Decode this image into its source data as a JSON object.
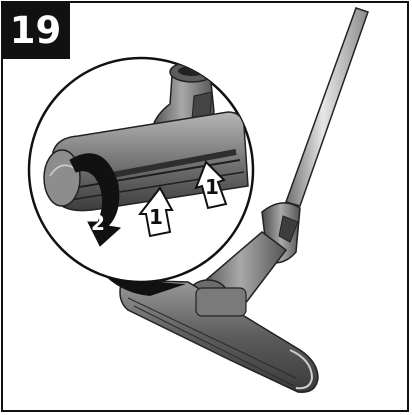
{
  "step": {
    "number": "19"
  },
  "callouts": {
    "lift": "1",
    "rotate": "2"
  },
  "icons": [
    "vacuum-wand",
    "turbo-floor-head",
    "zoom-inset",
    "push-up-arrow",
    "rotate-arrow"
  ]
}
